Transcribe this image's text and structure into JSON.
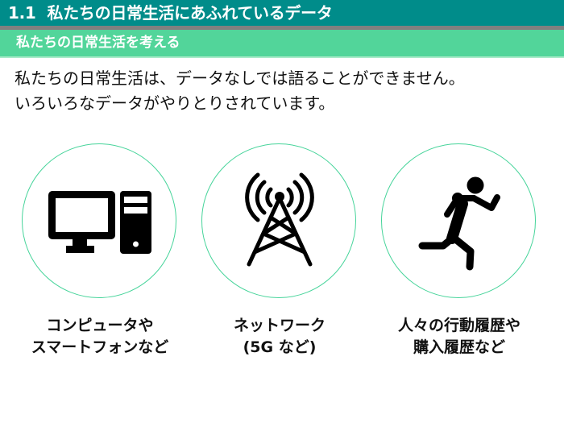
{
  "header": {
    "section_number": "1.1",
    "title": "私たちの日常生活にあふれているデータ",
    "subtitle": "私たちの日常生活を考える"
  },
  "body": {
    "lines": [
      "私たちの日常生活は、データなしでは語ることができません。",
      "いろいろなデータがやりとりされています。"
    ]
  },
  "cards": [
    {
      "icon": "desktop-computer-icon",
      "label_lines": [
        "コンピュータや",
        "スマートフォンなど"
      ]
    },
    {
      "icon": "radio-tower-icon",
      "label_lines": [
        "ネットワーク",
        "(5G など)"
      ]
    },
    {
      "icon": "running-person-icon",
      "label_lines": [
        "人々の行動履歴や",
        "購入履歴など"
      ]
    }
  ],
  "colors": {
    "title_bar": "#008C8A",
    "divider": "#808080",
    "subtitle_bar": "#52D59A",
    "circle_stroke": "#46D49A",
    "text": "#111111"
  }
}
